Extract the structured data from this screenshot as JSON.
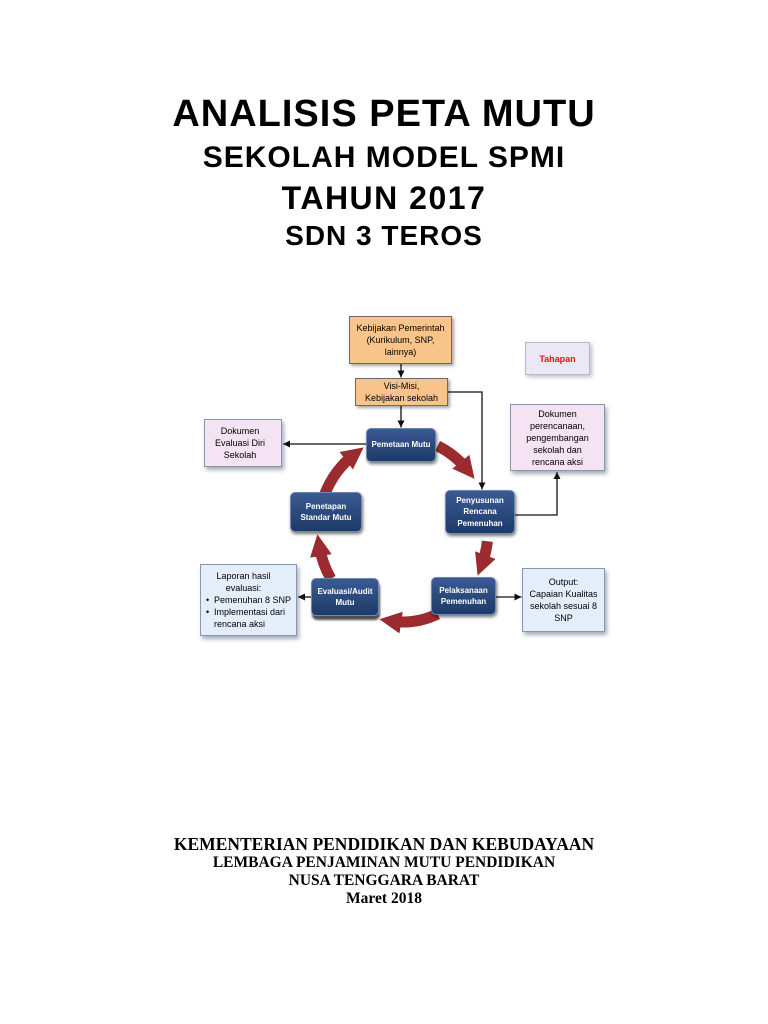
{
  "title": {
    "line1": "ANALISIS PETA MUTU",
    "line2": "SEKOLAH MODEL SPMI",
    "line3": "TAHUN 2017",
    "line4": "SDN 3 TEROS"
  },
  "diagram": {
    "policy": [
      "Kebijakan Pemerintah",
      "(Kurikulum, SNP,",
      "lainnya)"
    ],
    "vision": [
      "Visi-Misi,",
      "Kebijakan sekolah"
    ],
    "legend": "Tahapan",
    "self_eval_doc": [
      "Dokumen",
      "Evaluasi Diri",
      "Sekolah"
    ],
    "planning_doc": [
      "Dokumen",
      "perencanaan,",
      "pengembangan",
      "sekolah dan",
      "rencana aksi"
    ],
    "eval_report": {
      "heading": [
        "Laporan hasil",
        "evaluasi:"
      ],
      "items": [
        {
          "lines": [
            "Pemenuhan 8 SNP"
          ]
        },
        {
          "lines": [
            "Implementasi dari",
            "rencana aksi"
          ]
        }
      ]
    },
    "output": [
      "Output:",
      "Capaian Kualitas",
      "sekolah sesuai 8",
      "SNP"
    ],
    "cycle": {
      "mapping": [
        "Pemetaan Mutu"
      ],
      "planning": [
        "Penyusunan",
        "Rencana",
        "Pemenuhan"
      ],
      "implementation": [
        "Pelaksanaan",
        "Pemenuhan"
      ],
      "audit": [
        "Evaluasi/Audit",
        "Mutu"
      ],
      "standard": [
        "Penetapan",
        "Standar Mutu"
      ]
    },
    "colors": {
      "policy_box": "#f9c48a",
      "doc_box": "#f4e3f3",
      "result_box": "#e4eefa",
      "cycle_node": "#1e3a68",
      "cycle_arrow": "#9b2b2e",
      "legend_text": "#e3141b"
    }
  },
  "footer": {
    "line1": "KEMENTERIAN PENDIDIKAN DAN KEBUDAYAAN",
    "line2": "LEMBAGA PENJAMINAN MUTU PENDIDIKAN",
    "line3": "NUSA TENGGARA BARAT",
    "line4": "Maret 2018"
  }
}
